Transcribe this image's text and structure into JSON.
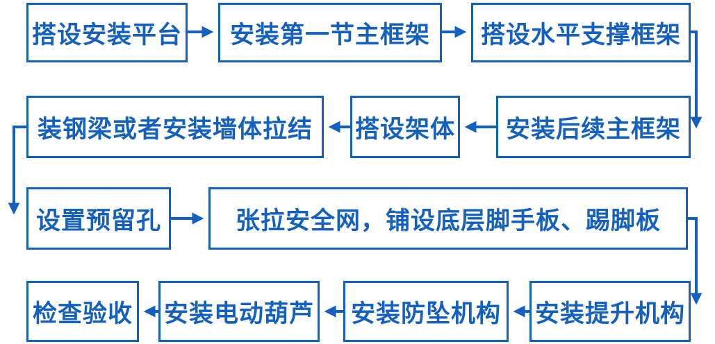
{
  "diagram": {
    "type": "flowchart",
    "accent_color": "#1460BE",
    "background_color": "#FFFFFF",
    "nodes": [
      {
        "id": "n1",
        "label": "搭设安装平台"
      },
      {
        "id": "n2",
        "label": "安装第一节主框架"
      },
      {
        "id": "n3",
        "label": "搭设水平支撑框架"
      },
      {
        "id": "n4",
        "label": "装钢梁或者安装墙体拉结"
      },
      {
        "id": "n5",
        "label": "搭设架体"
      },
      {
        "id": "n6",
        "label": "安装后续主框架"
      },
      {
        "id": "n7",
        "label": "设置预留孔"
      },
      {
        "id": "n8",
        "label": "张拉安全网，铺设底层脚手板、踢脚板"
      },
      {
        "id": "n9",
        "label": "检查验收"
      },
      {
        "id": "n10",
        "label": "安装电动葫芦"
      },
      {
        "id": "n11",
        "label": "安装防坠机构"
      },
      {
        "id": "n12",
        "label": "安装提升机构"
      }
    ],
    "connectors": [
      {
        "from": "n1",
        "to": "n2",
        "shape": "straight-right"
      },
      {
        "from": "n2",
        "to": "n3",
        "shape": "straight-right"
      },
      {
        "from": "n3",
        "to": "n6",
        "shape": "elbow-right-down"
      },
      {
        "from": "n6",
        "to": "n5",
        "shape": "straight-left"
      },
      {
        "from": "n5",
        "to": "n4",
        "shape": "straight-left"
      },
      {
        "from": "n4",
        "to": "n7",
        "shape": "elbow-left-down"
      },
      {
        "from": "n7",
        "to": "n8",
        "shape": "straight-right"
      },
      {
        "from": "n8",
        "to": "n12",
        "shape": "elbow-right-down"
      },
      {
        "from": "n12",
        "to": "n11",
        "shape": "straight-left"
      },
      {
        "from": "n11",
        "to": "n10",
        "shape": "straight-left"
      },
      {
        "from": "n10",
        "to": "n9",
        "shape": "straight-left"
      }
    ]
  }
}
